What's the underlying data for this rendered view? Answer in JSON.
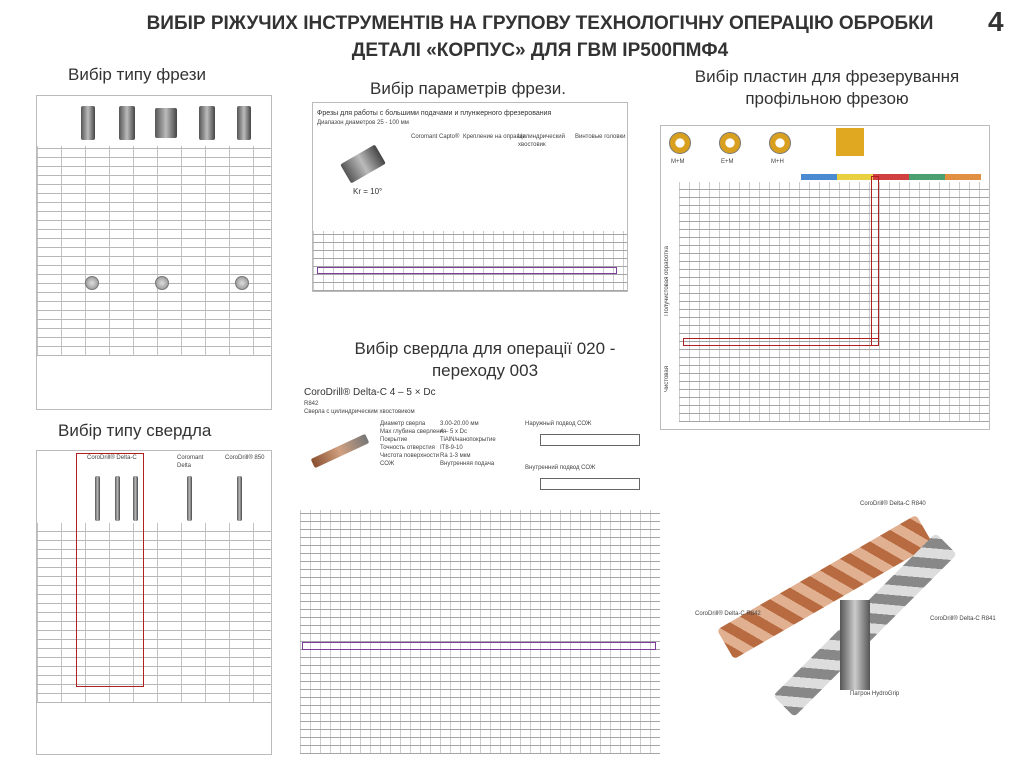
{
  "title": "ВИБІР РІЖУЧИХ ІНСТРУМЕНТІВ НА ГРУПОВУ ТЕХНОЛОГІЧНУ ОПЕРАЦІЮ ОБРОБКИ ДЕТАЛІ «КОРПУС» ДЛЯ ГВМ IP500ПМФ4",
  "page_number": "4",
  "sections": {
    "mill_type": {
      "heading": "Вибір типу фрези"
    },
    "mill_params": {
      "heading": "Вибір параметрів фрези.",
      "caption": "Фрезы для работы с большими подачами и плунжерного фрезерования",
      "subcaption": "Диапазон диаметров 25 - 100 мм",
      "kr": "Kr = 10°",
      "col_headers": [
        "Coromant Capto®",
        "Крепление на оправке",
        "Цилиндрический хвостовик",
        "Винтовые головки"
      ]
    },
    "inserts": {
      "heading": "Вибір пластин для фрезерування профільною фрезою",
      "side_labels": [
        "Получистовая обработка",
        "Чистовая"
      ],
      "insert_labels": [
        "M+M",
        "E+M",
        "M+H"
      ]
    },
    "drill_type": {
      "heading": "Вибір типу свердла",
      "col_headers": [
        "CoroDrill® Delta-C",
        "Coromant Delta",
        "CoroDrill® 850"
      ]
    },
    "drill_select": {
      "heading": "Вибір свердла для операції 020 - переходу 003",
      "product": "CoroDrill® Delta-C 4 – 5 × Dc",
      "code": "R842",
      "subtitle": "Сверла с цилиндрическим хвостовиком",
      "spec_labels": [
        "Диаметр сверла",
        "Мах глубина сверления",
        "Покрытие",
        "Точность отверстия",
        "Чистота поверхности",
        "СОЖ"
      ],
      "spec_values": [
        "3.00-20.00 мм",
        "4 – 5 x Dc",
        "TiAlN/нанопокрытие",
        "IT8-9-10",
        "Ra 1-3 мкм",
        "Внутренняя подача"
      ],
      "coolant_labels": [
        "Наружный подвод СОЖ",
        "Внутренний подвод СОЖ"
      ]
    },
    "drill_illustration": {
      "labels": [
        "CoroDrill® Delta-C R840",
        "CoroDrill® Delta-C R841",
        "CoroDrill® Delta-C R842",
        "Патрон HydroGrip"
      ]
    }
  }
}
